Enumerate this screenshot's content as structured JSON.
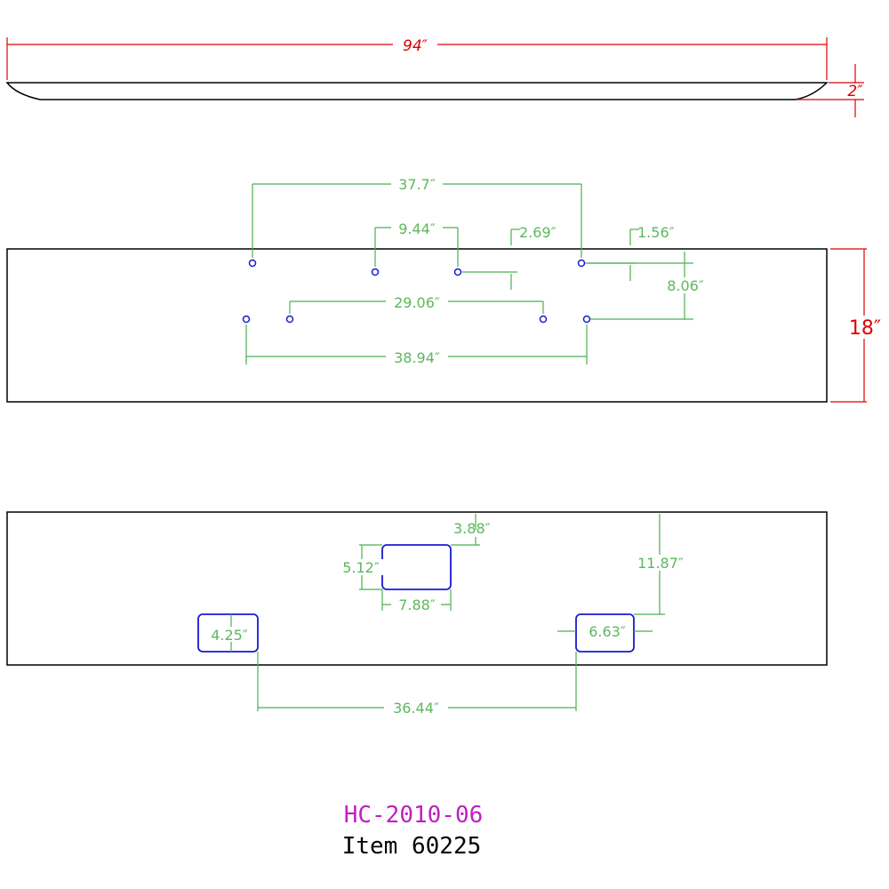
{
  "top_view": {
    "overall_length": "94″",
    "height": "2″"
  },
  "front_view": {
    "height": "18″",
    "dimensions": {
      "top_hole_span": "37.7″",
      "inner_hole_span": "9.44″",
      "offset_a": "2.69″",
      "offset_b": "1.56″",
      "vertical_spacing": "8.06″",
      "lower_inner_span": "29.06″",
      "lower_outer_span": "38.94″"
    }
  },
  "back_view": {
    "dimensions": {
      "center_cutout_top": "3.88″",
      "center_cutout_height": "5.12″",
      "center_cutout_width": "7.88″",
      "right_cutout_offset": "11.87″",
      "left_cutout_size": "4.25″",
      "right_cutout_size": "6.63″",
      "cutout_spacing": "36.44″"
    }
  },
  "title_block": {
    "part_number": "HC-2010-06",
    "item": "Item 60225"
  },
  "colors": {
    "outline": "#000000",
    "overall_dimension": "#e00000",
    "detail_dimension": "#4caf50",
    "holes": "#1a1ad0",
    "part_number": "#c020c0"
  }
}
